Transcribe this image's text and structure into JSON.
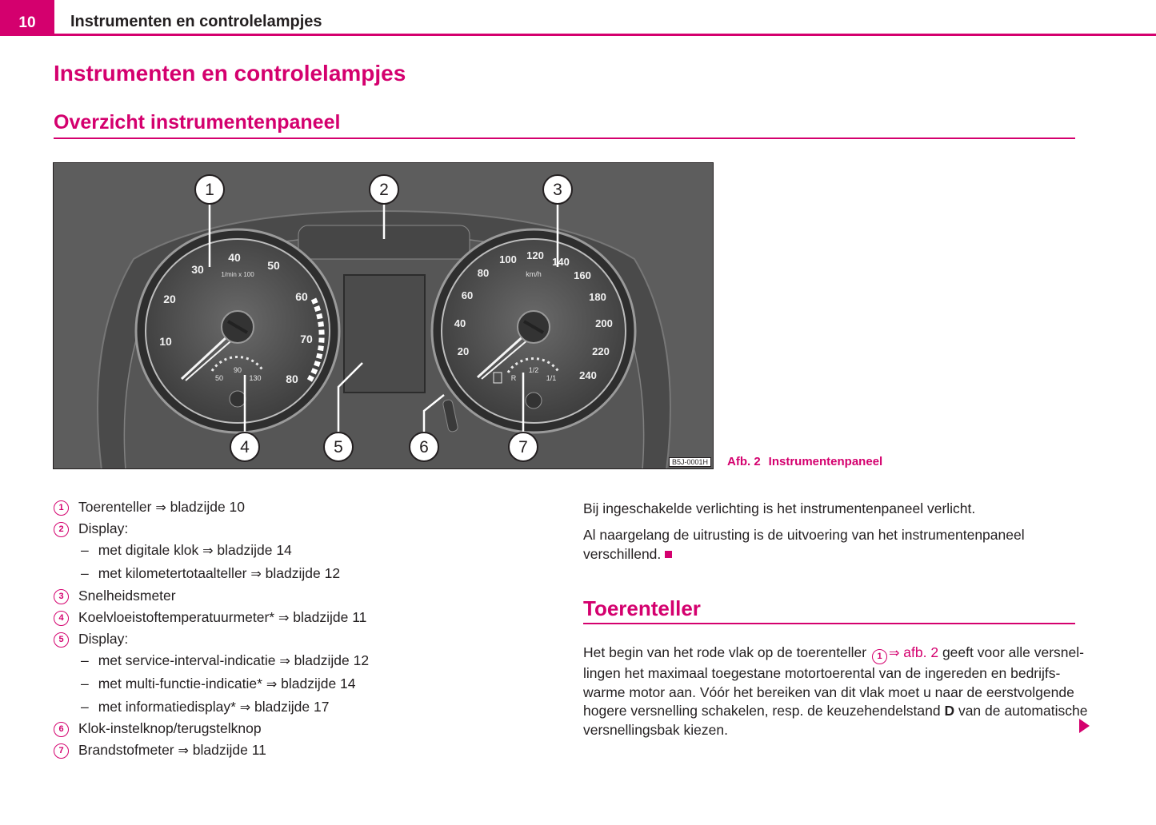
{
  "header": {
    "page_number": "10",
    "running_title": "Instrumenten en controlelampjes"
  },
  "title": "Instrumenten en controlelampjes",
  "section": "Overzicht instrumentenpaneel",
  "figure": {
    "code": "B5J-0001H",
    "caption_number": "Afb. 2",
    "caption_title": "Instrumentenpaneel",
    "callouts": [
      "1",
      "2",
      "3",
      "4",
      "5",
      "6",
      "7"
    ],
    "tachometer": {
      "ticks": [
        "10",
        "20",
        "30",
        "40",
        "50",
        "60",
        "70",
        "80"
      ],
      "unit": "1/min x 100",
      "temp_ticks": [
        "50",
        "90",
        "130"
      ]
    },
    "speedometer": {
      "ticks": [
        "20",
        "40",
        "60",
        "80",
        "100",
        "120",
        "140",
        "160",
        "180",
        "200",
        "220",
        "240"
      ],
      "unit": "km/h",
      "fuel_ticks": [
        "R",
        "1/2",
        "1/1"
      ]
    }
  },
  "legend": {
    "items": [
      {
        "num": "1",
        "text": "Toerenteller",
        "ref": "bladzijde 10"
      },
      {
        "num": "2",
        "text": "Display:",
        "ref": ""
      },
      {
        "sub": "met digitale klok",
        "ref": "bladzijde 14"
      },
      {
        "sub": "met kilometertotaalteller",
        "ref": "bladzijde 12"
      },
      {
        "num": "3",
        "text": "Snelheidsmeter",
        "ref": ""
      },
      {
        "num": "4",
        "text": "Koelvloeistoftemperatuurmeter*",
        "ref": "bladzijde 11"
      },
      {
        "num": "5",
        "text": "Display:",
        "ref": ""
      },
      {
        "sub": "met service-interval-indicatie",
        "ref": "bladzijde 12"
      },
      {
        "sub": "met multi-functie-indicatie*",
        "ref": "bladzijde 14"
      },
      {
        "sub": "met informatiedisplay*",
        "ref": "bladzijde 17"
      },
      {
        "num": "6",
        "text": "Klok-instelknop/terugstelknop",
        "ref": ""
      },
      {
        "num": "7",
        "text": "Brandstofmeter",
        "ref": "bladzijde 11"
      }
    ]
  },
  "right": {
    "p1": "Bij ingeschakelde verlichting is het instrumentenpaneel verlicht.",
    "p2_line1": "Al naargelang de uitrusting is de uitvoering van het instrumentenpaneel",
    "p2_line2": "verschillend.",
    "subsection": "Toerenteller",
    "p3": {
      "l1_a": "Het begin van het rode vlak op de toerenteller",
      "l1_badge": "1",
      "l1_ref": "afb. 2",
      "l1_b": "geeft voor alle versnel-",
      "l2": "lingen het maximaal toegestane motortoerental van de ingereden en bedrijfs-",
      "l3": "warme motor aan. Vóór het bereiken van dit vlak moet u naar de eerstvolgende",
      "l4_a": "hogere versnelling schakelen, resp. de keuzehendelstand",
      "l4_bold": "D",
      "l4_b": "van de automatische",
      "l5": "versnellingsbak kiezen."
    }
  },
  "colors": {
    "accent": "#d4006e",
    "text": "#231f20"
  },
  "icons": {
    "arrow_symbol": "⇒",
    "next_page": "triangle-right-icon"
  }
}
